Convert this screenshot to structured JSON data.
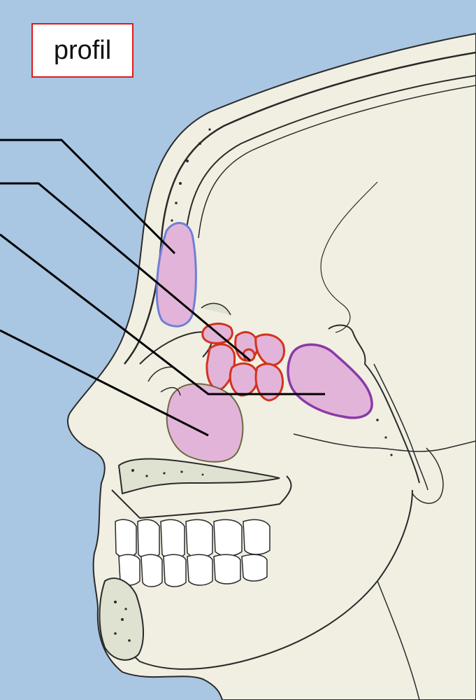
{
  "diagram": {
    "view_label": "profil"
  },
  "colors": {
    "background": "#a9c6e3",
    "skull_fill": "#f1efe2",
    "outline": "#2a2a2a",
    "sinus_fill": "#e3b4d9",
    "frontal_sinus_outline": "#6f7fd6",
    "ethmoid_outline": "#d2331c",
    "sphenoid_outline": "#8a3aa7",
    "maxillary_outline": "#6a6a40",
    "label_border": "#e0191b",
    "leader_line": "#000000"
  },
  "structures": [
    {
      "name": "frontal-sinus"
    },
    {
      "name": "ethmoid-cells"
    },
    {
      "name": "sphenoid-sinus"
    },
    {
      "name": "maxillary-sinus"
    }
  ]
}
